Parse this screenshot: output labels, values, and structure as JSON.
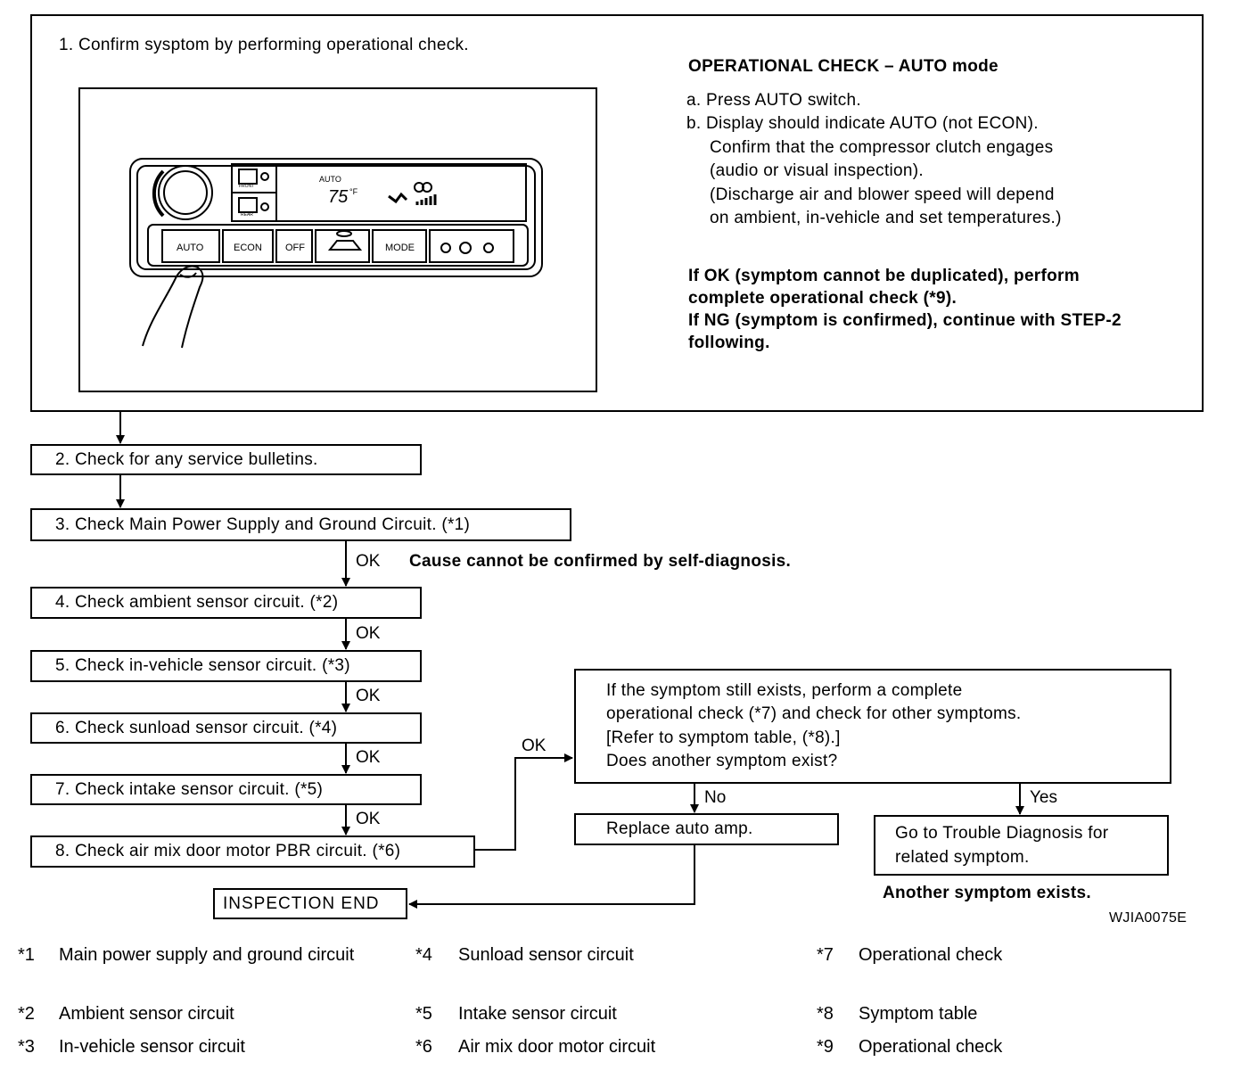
{
  "step1": {
    "title": "1. Confirm sysptom by performing operational check.",
    "check_title": "OPERATIONAL CHECK – AUTO mode",
    "check_lines": [
      "a. Press AUTO switch.",
      "b. Display should indicate AUTO (not ECON).",
      "Confirm that the compressor clutch engages",
      "(audio or visual inspection).",
      "(Discharge air and blower speed will depend",
      "on ambient, in-vehicle and set temperatures.)"
    ],
    "result_lines": [
      "If OK (symptom cannot be duplicated), perform",
      "complete operational check (*9).",
      "If NG (symptom is confirmed), continue with STEP-2",
      "following."
    ]
  },
  "panel": {
    "display_mode": "AUTO",
    "display_temp": "75",
    "display_unit": "°F",
    "front_label": "FRONT",
    "rear_label": "REAR",
    "buttons": [
      "AUTO",
      "ECON",
      "OFF",
      "",
      "MODE",
      ""
    ]
  },
  "steps": {
    "s2": "2. Check for any service bulletins.",
    "s3": "3. Check Main Power Supply and Ground Circuit. (*1)",
    "s4": "4. Check ambient sensor circuit. (*2)",
    "s5": "5. Check in-vehicle sensor circuit. (*3)",
    "s6": "6. Check sunload sensor circuit. (*4)",
    "s7": "7. Check intake sensor circuit. (*5)",
    "s8": "8. Check air mix door motor PBR circuit. (*6)"
  },
  "flow": {
    "ok": "OK",
    "no": "No",
    "yes": "Yes",
    "cause_note": "Cause cannot be confirmed by self-diagnosis.",
    "question_lines": [
      "If the symptom still exists, perform a complete",
      "operational check (*7) and check for other symptoms.",
      "[Refer to symptom table, (*8).]",
      "Does another symptom exist?"
    ],
    "replace": "Replace auto amp.",
    "trouble_lines": [
      "Go to Trouble Diagnosis for",
      "related symptom."
    ],
    "another_note": "Another symptom exists.",
    "end": "INSPECTION END",
    "figure_id": "WJIA0075E"
  },
  "footnotes": [
    {
      "key": "*1",
      "text": "Main power supply and ground circuit"
    },
    {
      "key": "*2",
      "text": "Ambient sensor circuit"
    },
    {
      "key": "*3",
      "text": "In-vehicle sensor circuit"
    },
    {
      "key": "*4",
      "text": "Sunload sensor circuit"
    },
    {
      "key": "*5",
      "text": "Intake sensor circuit"
    },
    {
      "key": "*6",
      "text": "Air mix door motor circuit"
    },
    {
      "key": "*7",
      "text": "Operational check"
    },
    {
      "key": "*8",
      "text": "Symptom table"
    },
    {
      "key": "*9",
      "text": "Operational check"
    }
  ]
}
